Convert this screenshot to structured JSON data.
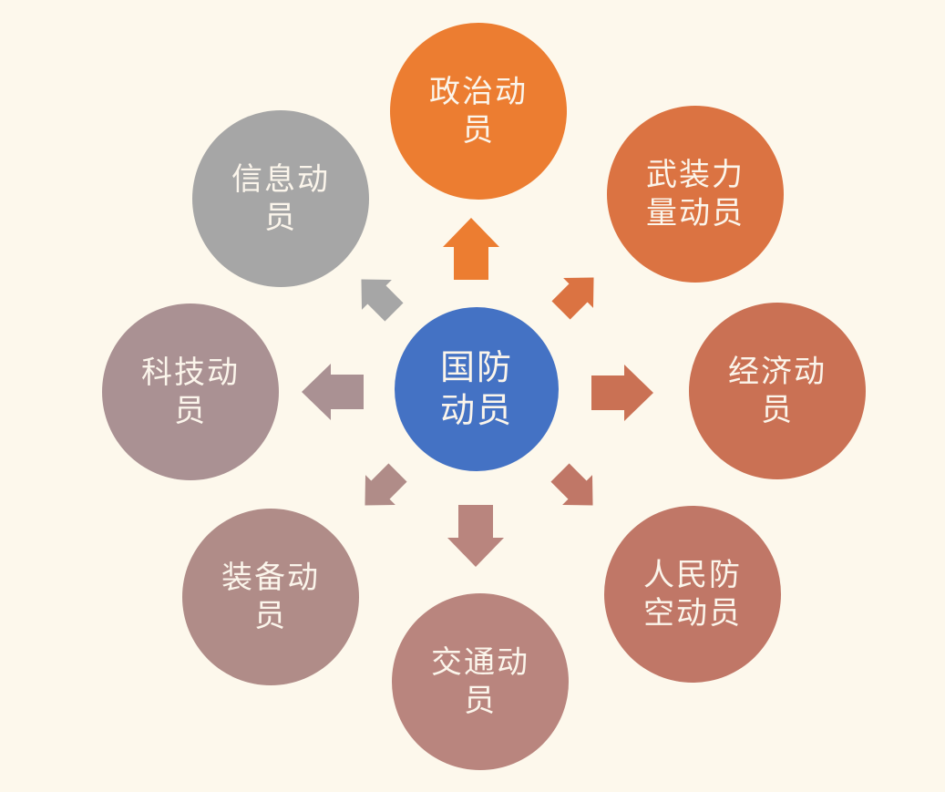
{
  "background_color": "#FDF8EC",
  "text_color": "#FBF5EB",
  "diagram": {
    "type": "radial-diverging",
    "center": {
      "label": "国防动员",
      "label_line1": "国防",
      "label_line2": "动员",
      "color": "#4472C4"
    },
    "nodes": [
      {
        "id": "political",
        "label": "政治动员",
        "label_line1": "政治动",
        "label_line2": "员",
        "color": "#EC7D31",
        "position": "top"
      },
      {
        "id": "armed-forces",
        "label": "武装力量动员",
        "label_line1": "武装力",
        "label_line2": "量动员",
        "color": "#DB7342",
        "position": "top-right"
      },
      {
        "id": "economic",
        "label": "经济动员",
        "label_line1": "经济动",
        "label_line2": "员",
        "color": "#CA7154",
        "position": "right"
      },
      {
        "id": "civil-air-defense",
        "label": "人民防空动员",
        "label_line1": "人民防",
        "label_line2": "空动员",
        "color": "#C07767",
        "position": "bottom-right"
      },
      {
        "id": "transport",
        "label": "交通动员",
        "label_line1": "交通动",
        "label_line2": "员",
        "color": "#B9857E",
        "position": "bottom"
      },
      {
        "id": "equipment",
        "label": "装备动员",
        "label_line1": "装备动",
        "label_line2": "员",
        "color": "#B08C88",
        "position": "bottom-left"
      },
      {
        "id": "science-tech",
        "label": "科技动员",
        "label_line1": "科技动",
        "label_line2": "员",
        "color": "#AA9193",
        "position": "left"
      },
      {
        "id": "information",
        "label": "信息动员",
        "label_line1": "信息动",
        "label_line2": "员",
        "color": "#A6A6A6",
        "position": "top-left"
      }
    ]
  }
}
